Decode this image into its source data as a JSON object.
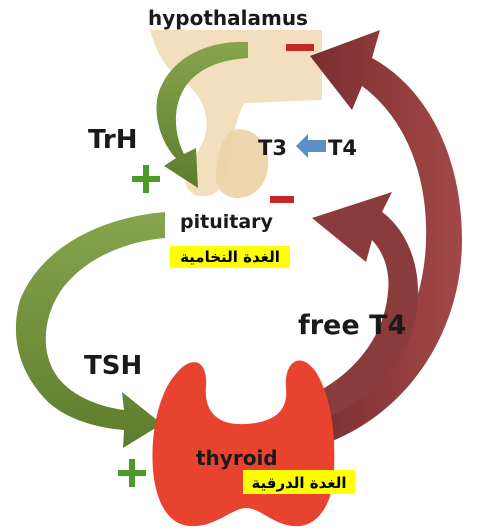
{
  "labels": {
    "hypothalamus": "hypothalamus",
    "trh": "TrH",
    "t3": "T3",
    "t4": "T4",
    "pituitary": "pituitary",
    "pituitary_ar": "الغدة النخامية",
    "free_t4": "free T4",
    "tsh": "TSH",
    "thyroid": "thyroid",
    "thyroid_ar": "الغدة الدرقية",
    "plus": "+",
    "minus": "−"
  },
  "colors": {
    "stimulate_arrow": "#6f8f3a",
    "inhibit_arrow": "#8a3b3b",
    "plus": "#4c9a2a",
    "minus": "#c62828",
    "gland_tissue": "#f3dfbd",
    "thyroid": "#e8432f",
    "conversion_arrow": "#5b8fc8",
    "highlight": "#ffff00"
  },
  "icons": {
    "conversion": "arrow-left-icon",
    "stimulate": "plus-icon",
    "inhibit": "minus-icon"
  }
}
